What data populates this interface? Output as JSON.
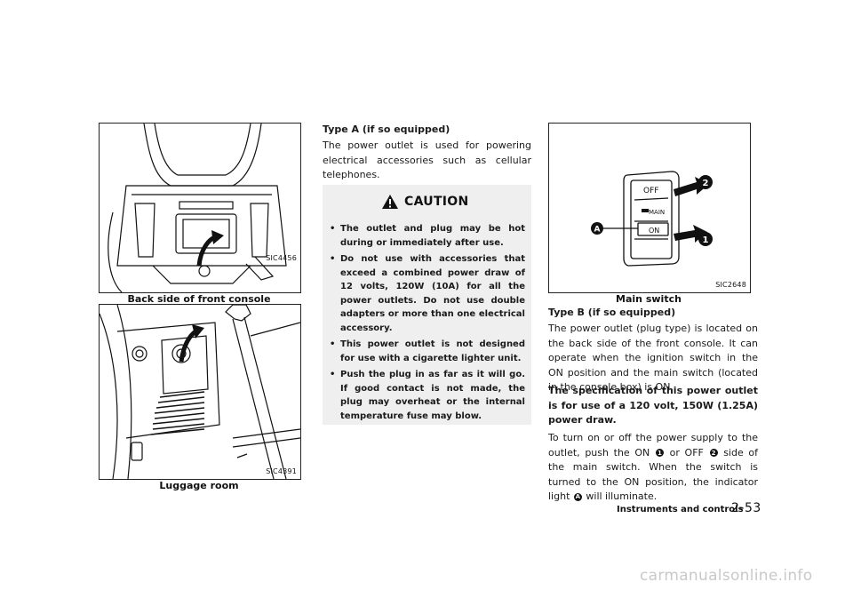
{
  "figures": {
    "console": {
      "code": "SIC4456",
      "caption": "Back side of front console"
    },
    "luggage": {
      "code": "SIC4391",
      "caption": "Luggage room"
    },
    "switch": {
      "code": "SIC2648",
      "caption": "Main switch",
      "labels": {
        "off": "OFF",
        "main": "MAIN",
        "on": "ON",
        "callout_1": "1",
        "callout_2": "2",
        "callout_a": "A"
      }
    }
  },
  "type_a": {
    "heading": "Type A (if so equipped)",
    "intro": "The power outlet is used for powering electrical accessories such as cellular telephones."
  },
  "caution": {
    "title": "CAUTION",
    "items": [
      "The outlet and plug may be hot during or immediately after use.",
      "Do not use with accessories that exceed a combined power draw of 12 volts, 120W (10A) for all the power outlets. Do not use double adapters or more than one electrical accessory.",
      "This power outlet is not designed for use with a cigarette lighter unit.",
      "Push the plug in as far as it will go. If good contact is not made, the plug may overheat or the internal temperature fuse may blow."
    ]
  },
  "type_b": {
    "heading": "Type B (if so equipped)",
    "p1": "The power outlet (plug type) is located on the back side of the front console. It can operate when the ignition switch in the ON position and the main switch (located in the console box) is ON.",
    "p2_bold": "The specification of this power outlet is for use of a 120 volt, 150W (1.25A) power draw.",
    "p3_part1": "To turn on or off the power supply to the outlet, push the ON",
    "p3_badge1": "1",
    "p3_part2": "or OFF",
    "p3_badge2": "2",
    "p3_part3": "side of the main switch. When the switch is turned to the ON position, the indicator light",
    "p3_badgeA": "A",
    "p3_part4": "will illuminate."
  },
  "footer": {
    "section": "Instruments and controls",
    "page": "2-53"
  },
  "watermark": "carmanualsonline.info"
}
